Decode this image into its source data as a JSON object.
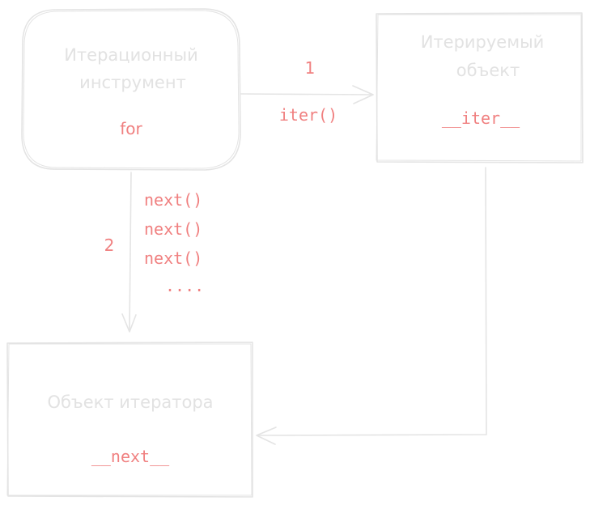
{
  "nodes": {
    "iteration_tool": {
      "title_lines": [
        "Итерационный",
        "инструмент"
      ],
      "keyword": "for"
    },
    "iterable": {
      "title_lines": [
        "Итерируемый",
        "объект"
      ],
      "method": "__iter__"
    },
    "iterator": {
      "title": "Объект итератора",
      "method": "__next__"
    }
  },
  "edges": {
    "step1": {
      "number": "1",
      "call": "iter()"
    },
    "step2": {
      "number": "2",
      "calls": [
        "next()",
        "next()",
        "next()",
        "...."
      ]
    }
  },
  "colors": {
    "box_stroke": "#e4e4e4",
    "gray_text": "#e2e2e2",
    "accent": "#f08080"
  }
}
